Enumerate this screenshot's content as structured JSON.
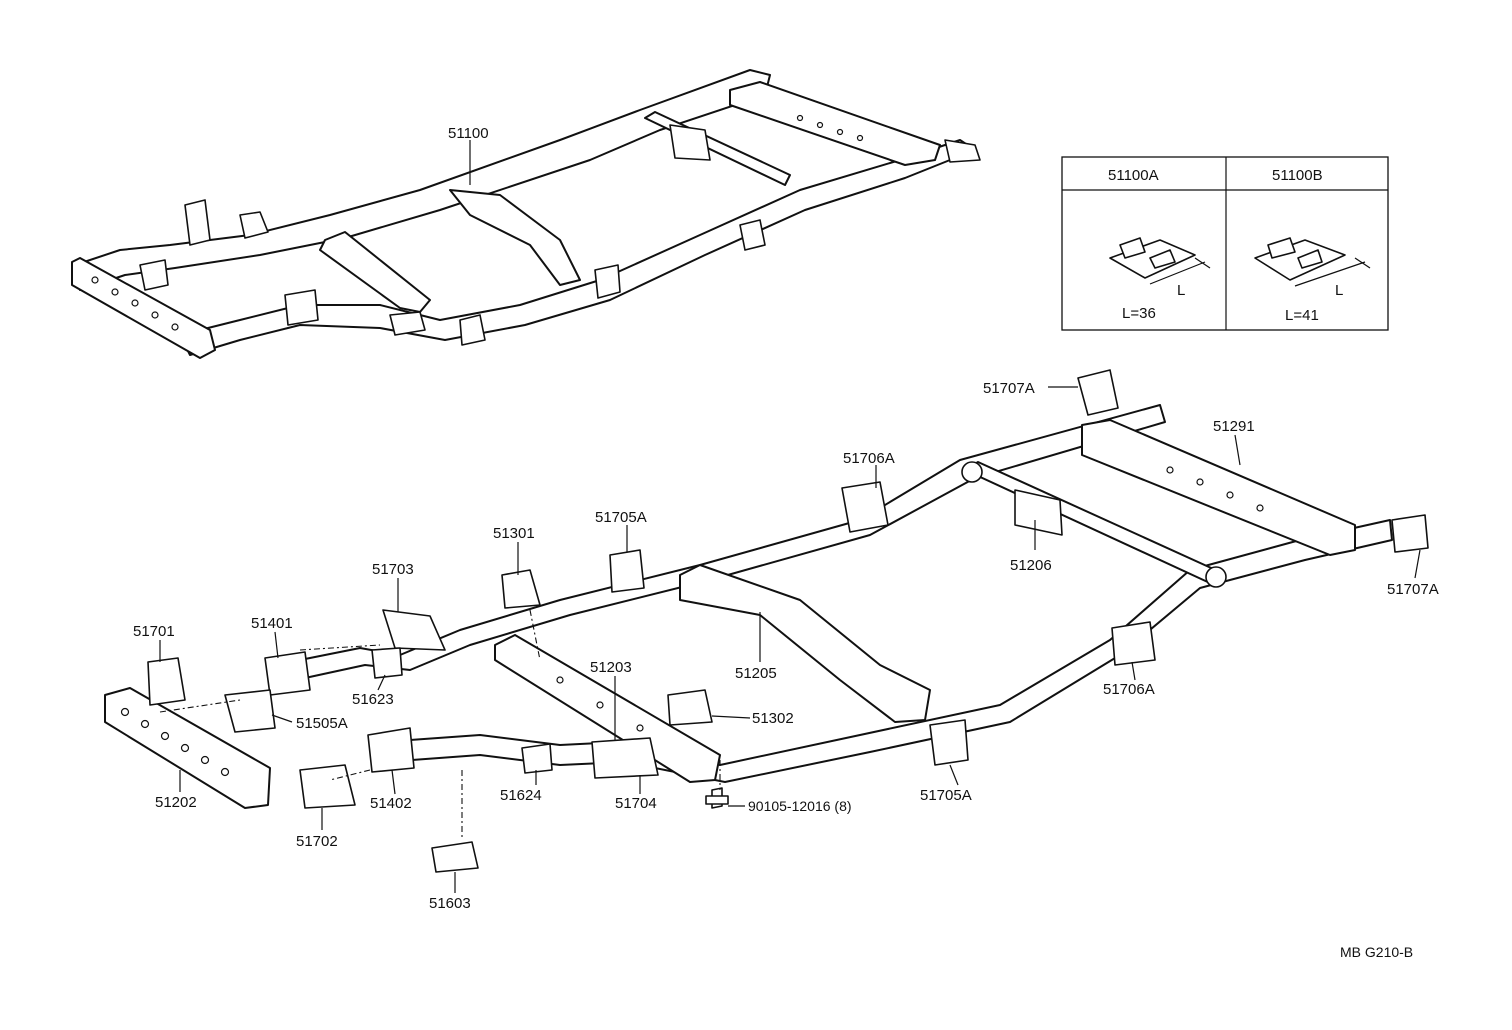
{
  "drawing_code": "MB G210-B",
  "inset": {
    "col_a_header": "51100A",
    "col_b_header": "51100B",
    "col_a_dim_label": "L",
    "col_b_dim_label": "L",
    "col_a_value": "L=36",
    "col_b_value": "L=41"
  },
  "callouts": {
    "p51100": "51100",
    "p51707A_top": "51707A",
    "p51291": "51291",
    "p51706A_top": "51706A",
    "p51705A_top": "51705A",
    "p51301": "51301",
    "p51703": "51703",
    "p51206": "51206",
    "p51707A_right": "51707A",
    "p51701": "51701",
    "p51401": "51401",
    "p51203": "51203",
    "p51205": "51205",
    "p51623": "51623",
    "p51706A_right": "51706A",
    "p51505A": "51505A",
    "p51302": "51302",
    "p51202": "51202",
    "p51624": "51624",
    "p51704": "51704",
    "p51402": "51402",
    "p51705A_bottom": "51705A",
    "p90105": "90105-12016 (8)",
    "p51702": "51702",
    "p51603": "51603"
  }
}
